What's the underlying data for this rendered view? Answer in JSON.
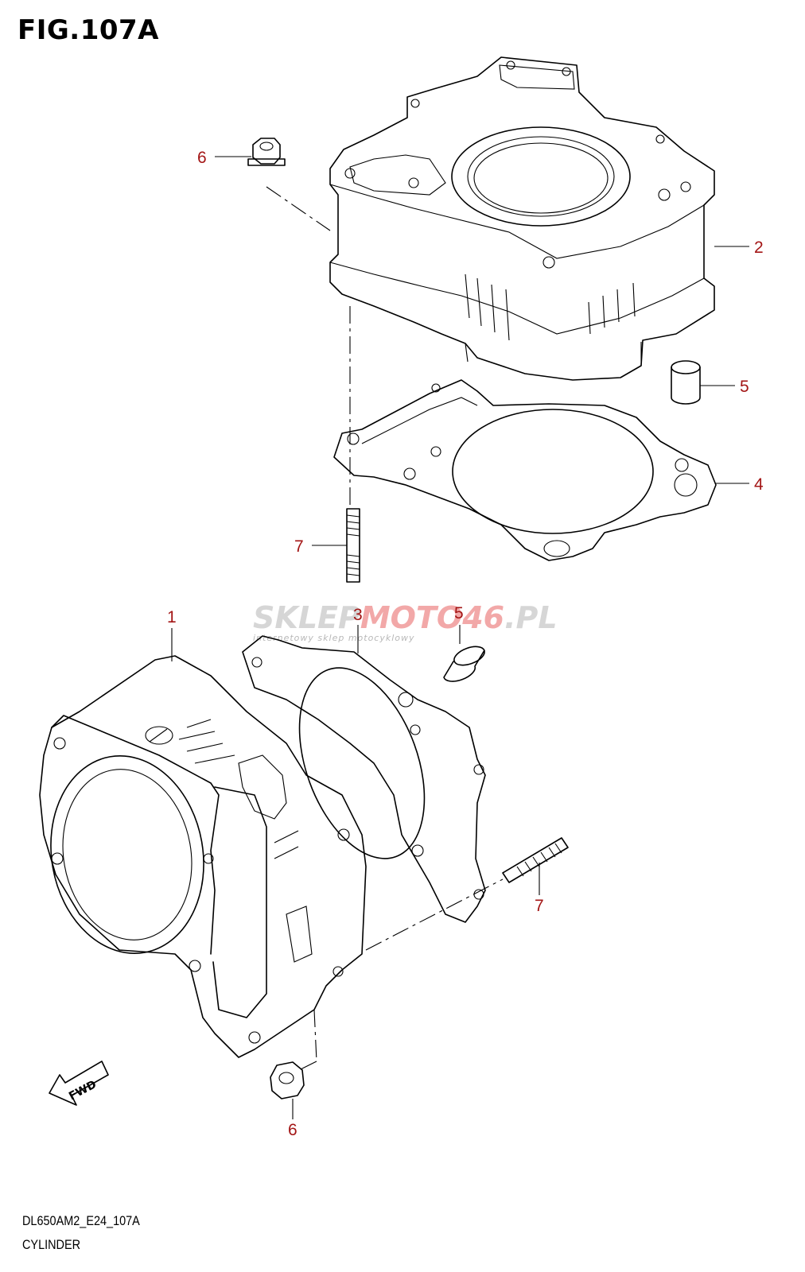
{
  "figure": {
    "title": "FIG.107A",
    "code": "DL650AM2_E24_107A",
    "name": "CYLINDER"
  },
  "watermark": {
    "part_a": "SKLEP",
    "part_b": "MOTO",
    "part_c": "46",
    "part_d": ".PL",
    "subtitle": "internetowy sklep motocyklowy",
    "colors": {
      "gray": "#d6d6d6",
      "red": "#f2a8a8"
    }
  },
  "direction_arrow": {
    "label": "FWD"
  },
  "callouts": [
    {
      "id": "upper-cylinder-2",
      "number": "2"
    },
    {
      "id": "upper-nut-6",
      "number": "6"
    },
    {
      "id": "upper-dowel-5",
      "number": "5"
    },
    {
      "id": "upper-gasket-4",
      "number": "4"
    },
    {
      "id": "upper-stud-7",
      "number": "7"
    },
    {
      "id": "lower-cylinder-1",
      "number": "1"
    },
    {
      "id": "lower-gasket-3",
      "number": "3"
    },
    {
      "id": "lower-dowel-5",
      "number": "5"
    },
    {
      "id": "lower-stud-7",
      "number": "7"
    },
    {
      "id": "lower-nut-6",
      "number": "6"
    }
  ],
  "colors": {
    "callout": "#a31515",
    "line": "#000000"
  }
}
